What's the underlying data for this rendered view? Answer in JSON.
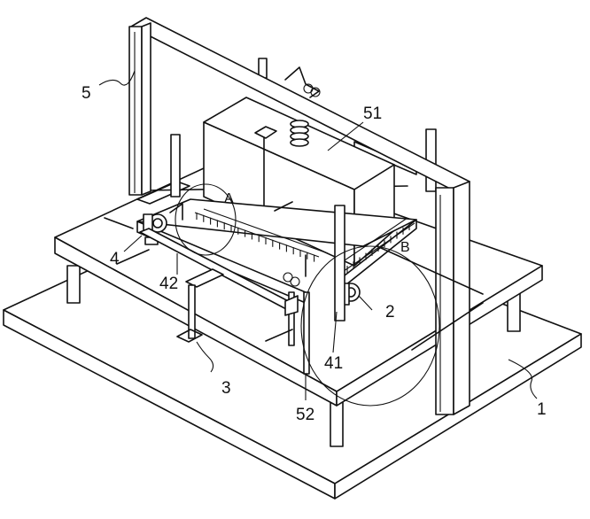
{
  "diagram": {
    "labels": {
      "base": "1",
      "drive_b": "2",
      "handle": "3",
      "drive_a": "4",
      "gantry": "5",
      "press_block": "51",
      "rod": "52",
      "roller_b": "41",
      "roller_a": "42",
      "detail_a": "A",
      "detail_b": "B"
    }
  }
}
